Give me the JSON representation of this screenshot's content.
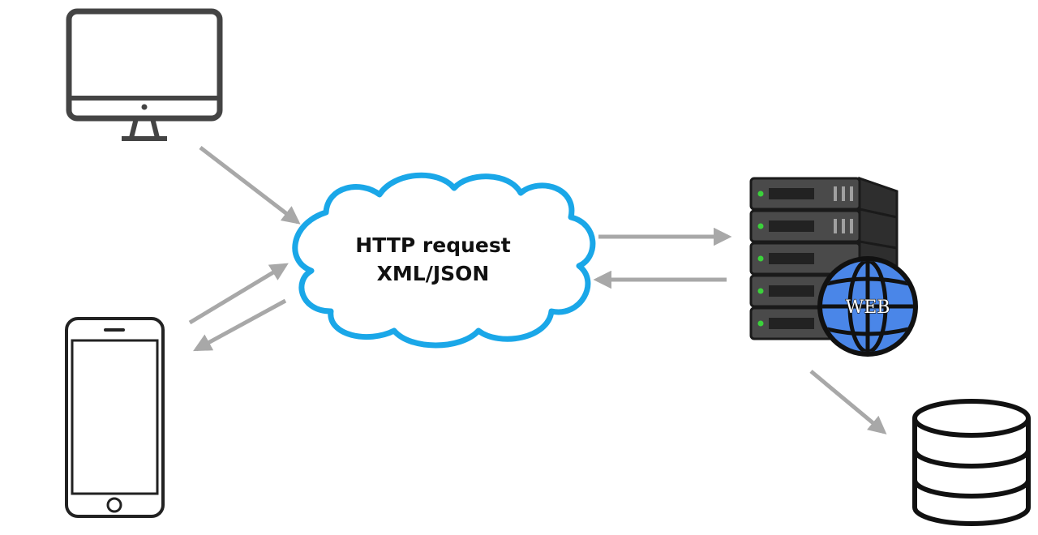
{
  "cloud": {
    "line1": "HTTP request",
    "line2": "XML/JSON"
  },
  "server": {
    "badge": "WEB"
  },
  "icons": {
    "desktop": "monitor-icon",
    "phone": "smartphone-icon",
    "cloud": "cloud-icon",
    "server": "server-rack-icon",
    "globe": "globe-icon",
    "database": "database-icon"
  },
  "colors": {
    "outline": "#444444",
    "arrow": "#a8a8a8",
    "cloud_stroke": "#1aa7e8",
    "server_body": "#4a4a4a",
    "server_led": "#3bd23b",
    "globe_fill": "#4a86e8"
  }
}
